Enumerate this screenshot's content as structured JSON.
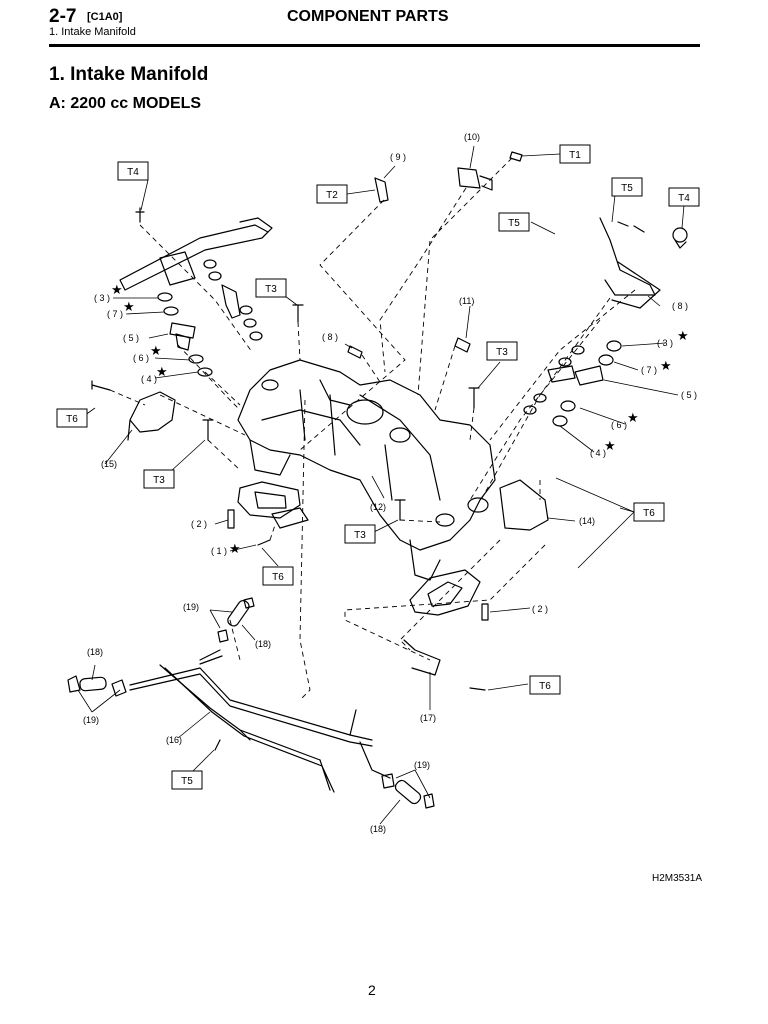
{
  "header": {
    "section_number": "2-7",
    "section_code": "[C1A0]",
    "breadcrumb": "1.  Intake Manifold",
    "title": "COMPONENT PARTS"
  },
  "heading": "1.  Intake Manifold",
  "subheading": "A:  2200 cc MODELS",
  "diagram": {
    "torque_boxes": {
      "t1": "T1",
      "t2": "T2",
      "t3": "T3",
      "t4": "T4",
      "t5": "T5",
      "t6": "T6"
    },
    "part_labels": {
      "p1": "( 1 )",
      "p2": "( 2 )",
      "p3": "( 3 )",
      "p4": "( 4 )",
      "p5": "( 5 )",
      "p6": "( 6 )",
      "p7": "( 7 )",
      "p8": "( 8 )",
      "p9": "( 9 )",
      "p10": "(10)",
      "p11": "(11)",
      "p12": "(12)",
      "p14": "(14)",
      "p15": "(15)",
      "p16": "(16)",
      "p17": "(17)",
      "p18": "(18)",
      "p19": "(19)"
    },
    "star_symbol": "★",
    "figure_id": "H2M3531A"
  },
  "footer": {
    "page_number": "2"
  }
}
